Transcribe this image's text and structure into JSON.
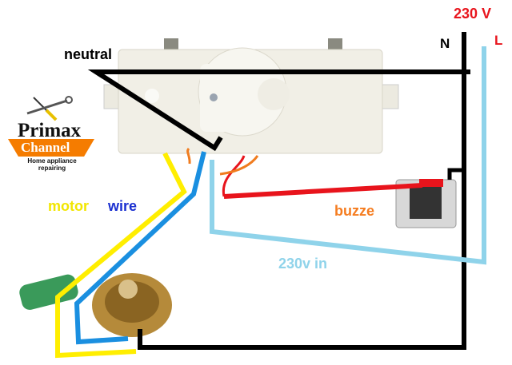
{
  "labels": {
    "neutral": "neutral",
    "voltage": "230 V",
    "n": "N",
    "l": "L",
    "motor": "motor",
    "wire": "wire",
    "buzzer": "buzze",
    "input": "230v in"
  },
  "logo": {
    "title": "Primax",
    "channel": "Channel",
    "subtitle_1": "Home appliance",
    "subtitle_2": "repairing"
  },
  "colors": {
    "neutral_wire": "#000000",
    "live_wire": "#8fd3ea",
    "red_wire": "#e8141c",
    "yellow_wire": "#ffee00",
    "blue_wire": "#1a8fe0",
    "voltage_label": "#e8141c",
    "motor_label": "#f2e600",
    "wire_label": "#1a2fd0",
    "buzzer_label": "#f57c1f",
    "input_label": "#8fd3ea",
    "logo_orange": "#f57c00"
  }
}
